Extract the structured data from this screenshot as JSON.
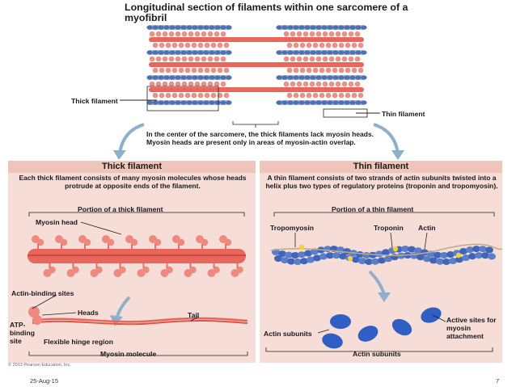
{
  "title": "Longitudinal section of filaments within one sarcomere of a myofibril",
  "top_labels": {
    "thick_filament": "Thick filament",
    "thin_filament": "Thin filament"
  },
  "center_note": "In the center of the sarcomere, the thick filaments lack myosin heads. Myosin heads are present only in areas of myosin-actin overlap.",
  "left_panel": {
    "header": "Thick filament",
    "description": "Each thick filament consists of many myosin molecules whose heads protrude at opposite ends of the filament.",
    "portion_label": "Portion of a thick filament",
    "labels": {
      "myosin_head": "Myosin head",
      "actin_binding_sites": "Actin-binding sites",
      "heads": "Heads",
      "tail": "Tail",
      "atp_binding_site": "ATP-binding site",
      "flexible_hinge_region": "Flexible hinge region",
      "myosin_molecule": "Myosin molecule"
    }
  },
  "right_panel": {
    "header": "Thin filament",
    "description": "A thin filament consists of two strands of actin subunits twisted into a helix plus two types of regulatory proteins (troponin and tropomyosin).",
    "portion_label": "Portion of a thin filament",
    "labels": {
      "tropomyosin": "Tropomyosin",
      "troponin": "Troponin",
      "actin": "Actin",
      "actin_subunits_left": "Actin subunits",
      "active_sites": "Active sites for myosin attachment",
      "actin_subunits_bottom": "Actin subunits"
    }
  },
  "copyright": "© 2013 Pearson Education, Inc.",
  "footer": {
    "date": "25-Aug-15",
    "page_number": "7"
  },
  "colors": {
    "thick_filament": "#e8665a",
    "thin_filament": "#4e6fb0",
    "panel_bg": "#f7ddd7",
    "header_bg": "#efc4b9",
    "actin_subunit": "#2f5fc4",
    "troponin": "#f0d23a"
  }
}
